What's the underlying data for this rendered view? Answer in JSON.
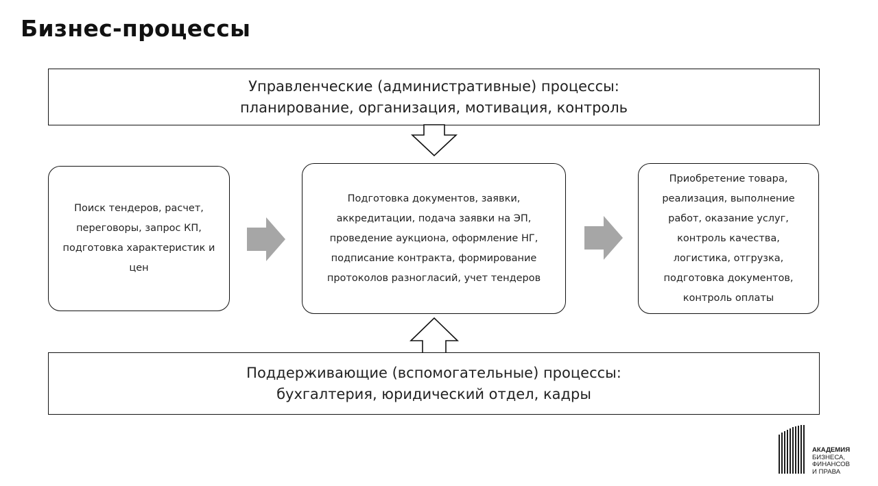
{
  "title": "Бизнес-процессы",
  "management": {
    "line1": "Управленческие (административные) процессы:",
    "line2": "планирование, организация, мотивация, контроль"
  },
  "support": {
    "line1": "Поддерживающие (вспомогательные) процессы:",
    "line2": "бухгалтерия, юридический отдел, кадры"
  },
  "stages": [
    {
      "lines": [
        "Поиск тендеров, расчет,",
        "переговоры, запрос КП,",
        "подготовка характеристик и",
        "цен"
      ]
    },
    {
      "lines": [
        "Подготовка документов, заявки,",
        "аккредитации, подача заявки на ЭП,",
        "проведение аукциона, оформление НГ,",
        "подписание контракта, формирование",
        "протоколов разногласий, учет тендеров"
      ]
    },
    {
      "lines": [
        "Приобретение товара,",
        "реализация, выполнение",
        "работ, оказание услуг,",
        "контроль качества,",
        "логистика, отгрузка,",
        "подготовка документов,",
        "контроль оплаты"
      ]
    }
  ],
  "logo": {
    "line1": "АКАДЕМИЯ",
    "line2": "БИЗНЕСА,",
    "line3": "ФИНАНСОВ",
    "line4": "И ПРАВА"
  },
  "colors": {
    "outline": "#111111",
    "process_arrow": "#a6a6a6",
    "text": "#222222"
  }
}
